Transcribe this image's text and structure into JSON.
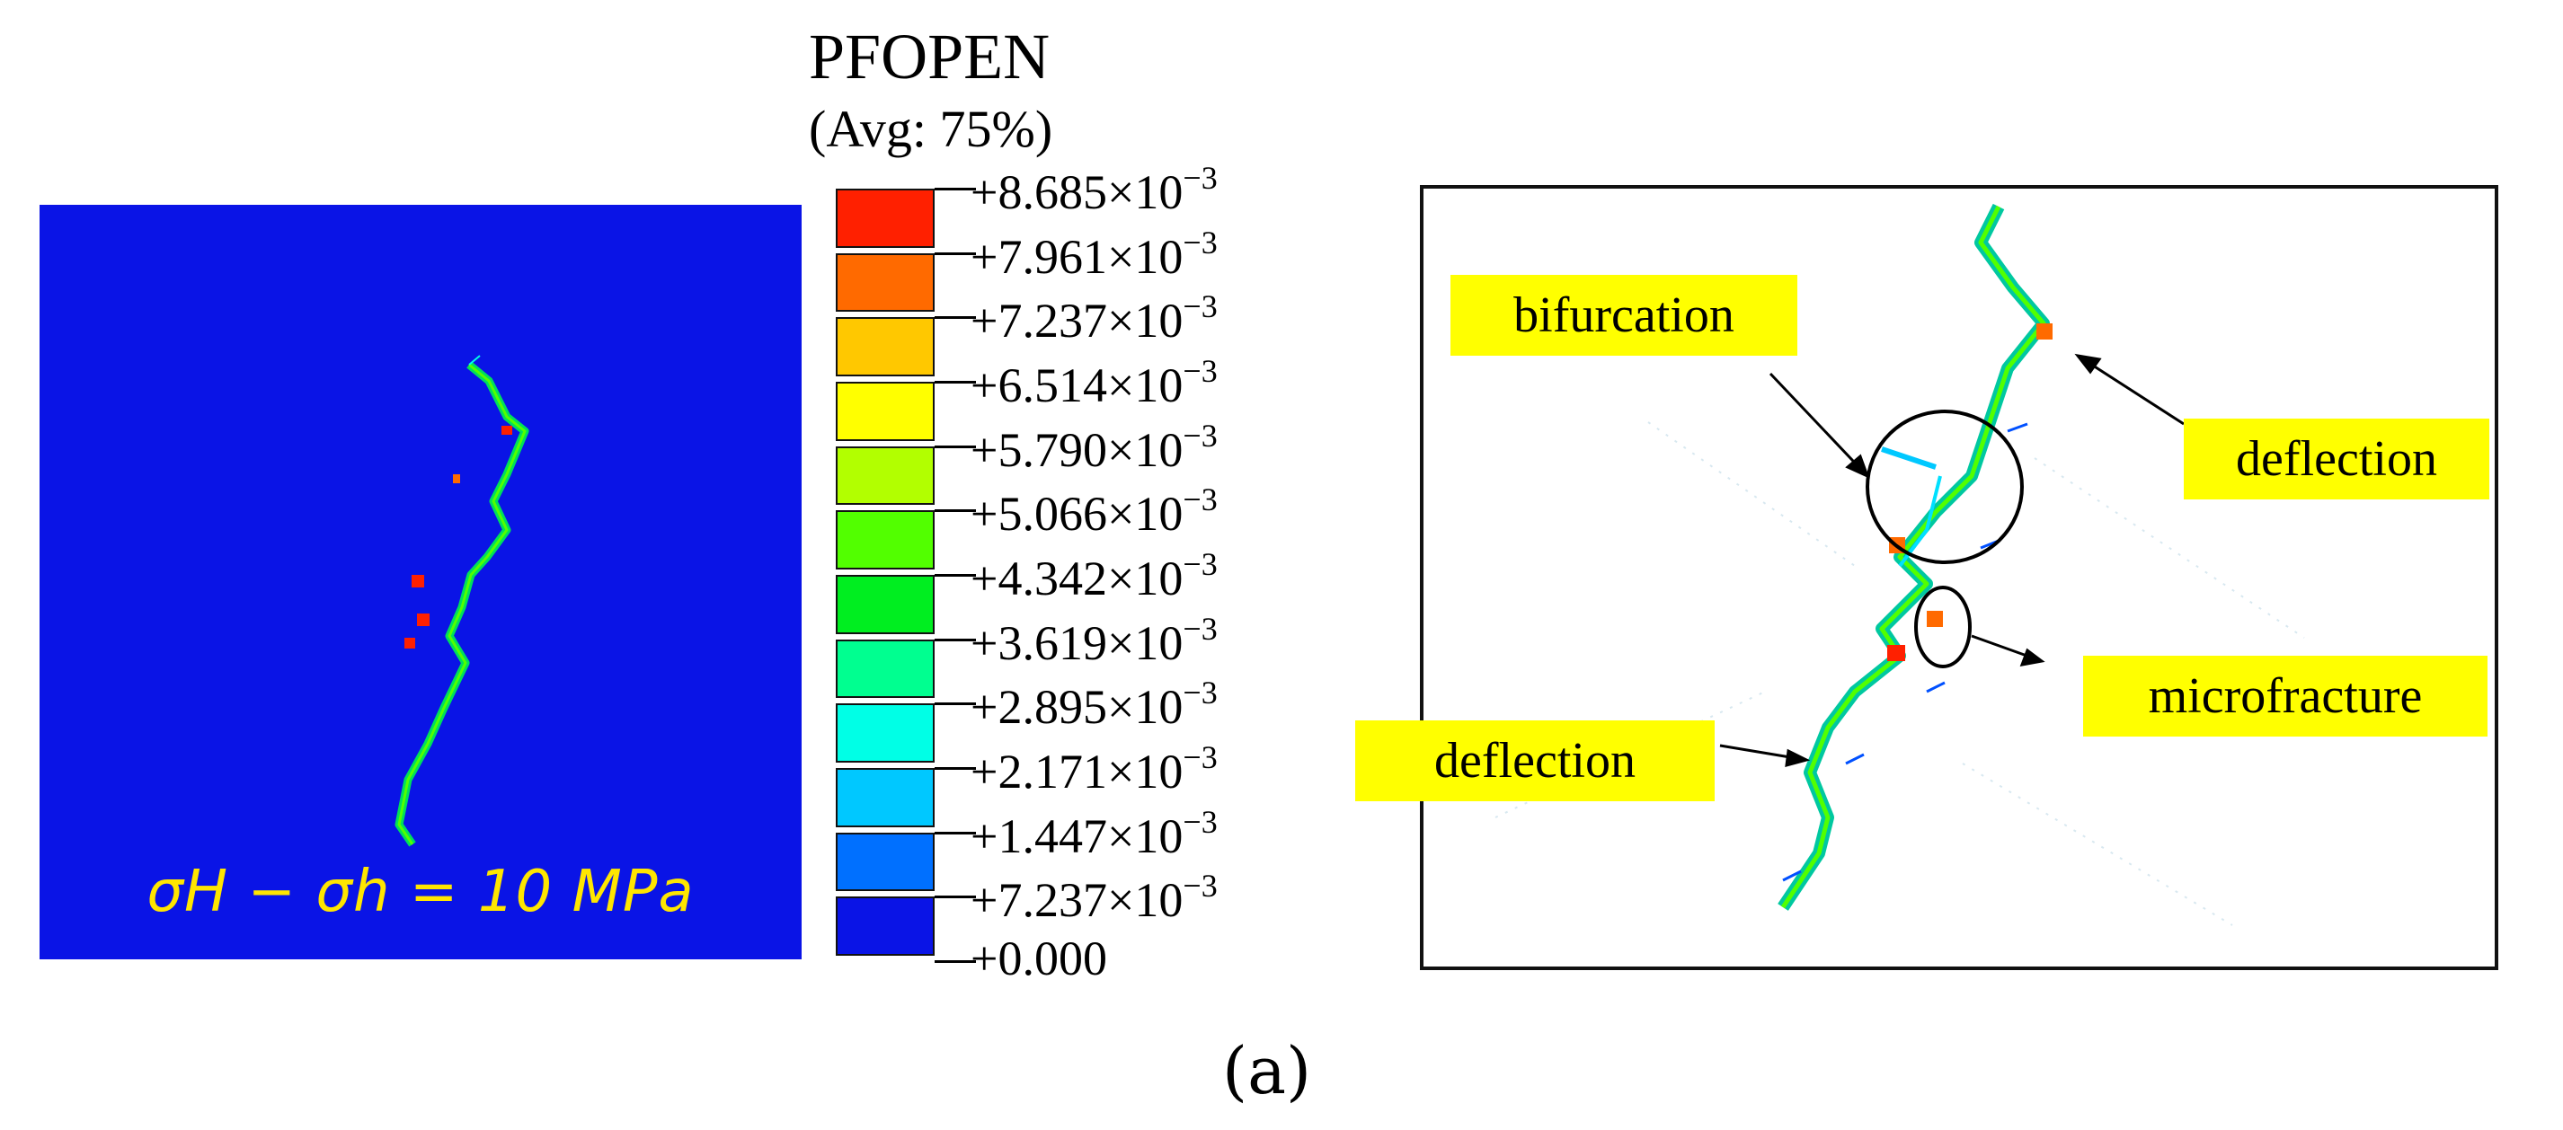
{
  "simulation": {
    "stress_label": "σH − σh = 10 MPa"
  },
  "legend": {
    "title": "PFOPEN",
    "subtitle": "(Avg: 75%)",
    "ticks": [
      {
        "mantissa": "+8.685×10",
        "exp": "−3"
      },
      {
        "mantissa": "+7.961×10",
        "exp": "−3"
      },
      {
        "mantissa": "+7.237×10",
        "exp": "−3"
      },
      {
        "mantissa": "+6.514×10",
        "exp": "−3"
      },
      {
        "mantissa": "+5.790×10",
        "exp": "−3"
      },
      {
        "mantissa": "+5.066×10",
        "exp": "−3"
      },
      {
        "mantissa": "+4.342×10",
        "exp": "−3"
      },
      {
        "mantissa": "+3.619×10",
        "exp": "−3"
      },
      {
        "mantissa": "+2.895×10",
        "exp": "−3"
      },
      {
        "mantissa": "+2.171×10",
        "exp": "−3"
      },
      {
        "mantissa": "+1.447×10",
        "exp": "−3"
      },
      {
        "mantissa": "+7.237×10",
        "exp": "−3"
      },
      {
        "mantissa": "+0.000",
        "exp": ""
      }
    ],
    "colors": [
      "#ff2000",
      "#ff6a00",
      "#ffc800",
      "#ffff00",
      "#b2ff00",
      "#52ff00",
      "#00ee20",
      "#00ff90",
      "#00ffe6",
      "#00c8ff",
      "#0070ff",
      "#0a14e6"
    ]
  },
  "zoom": {
    "callouts": {
      "bifurcation": "bifurcation",
      "deflection_top": "deflection",
      "microfracture": "microfracture",
      "deflection_left": "deflection"
    }
  },
  "caption": "(a)"
}
